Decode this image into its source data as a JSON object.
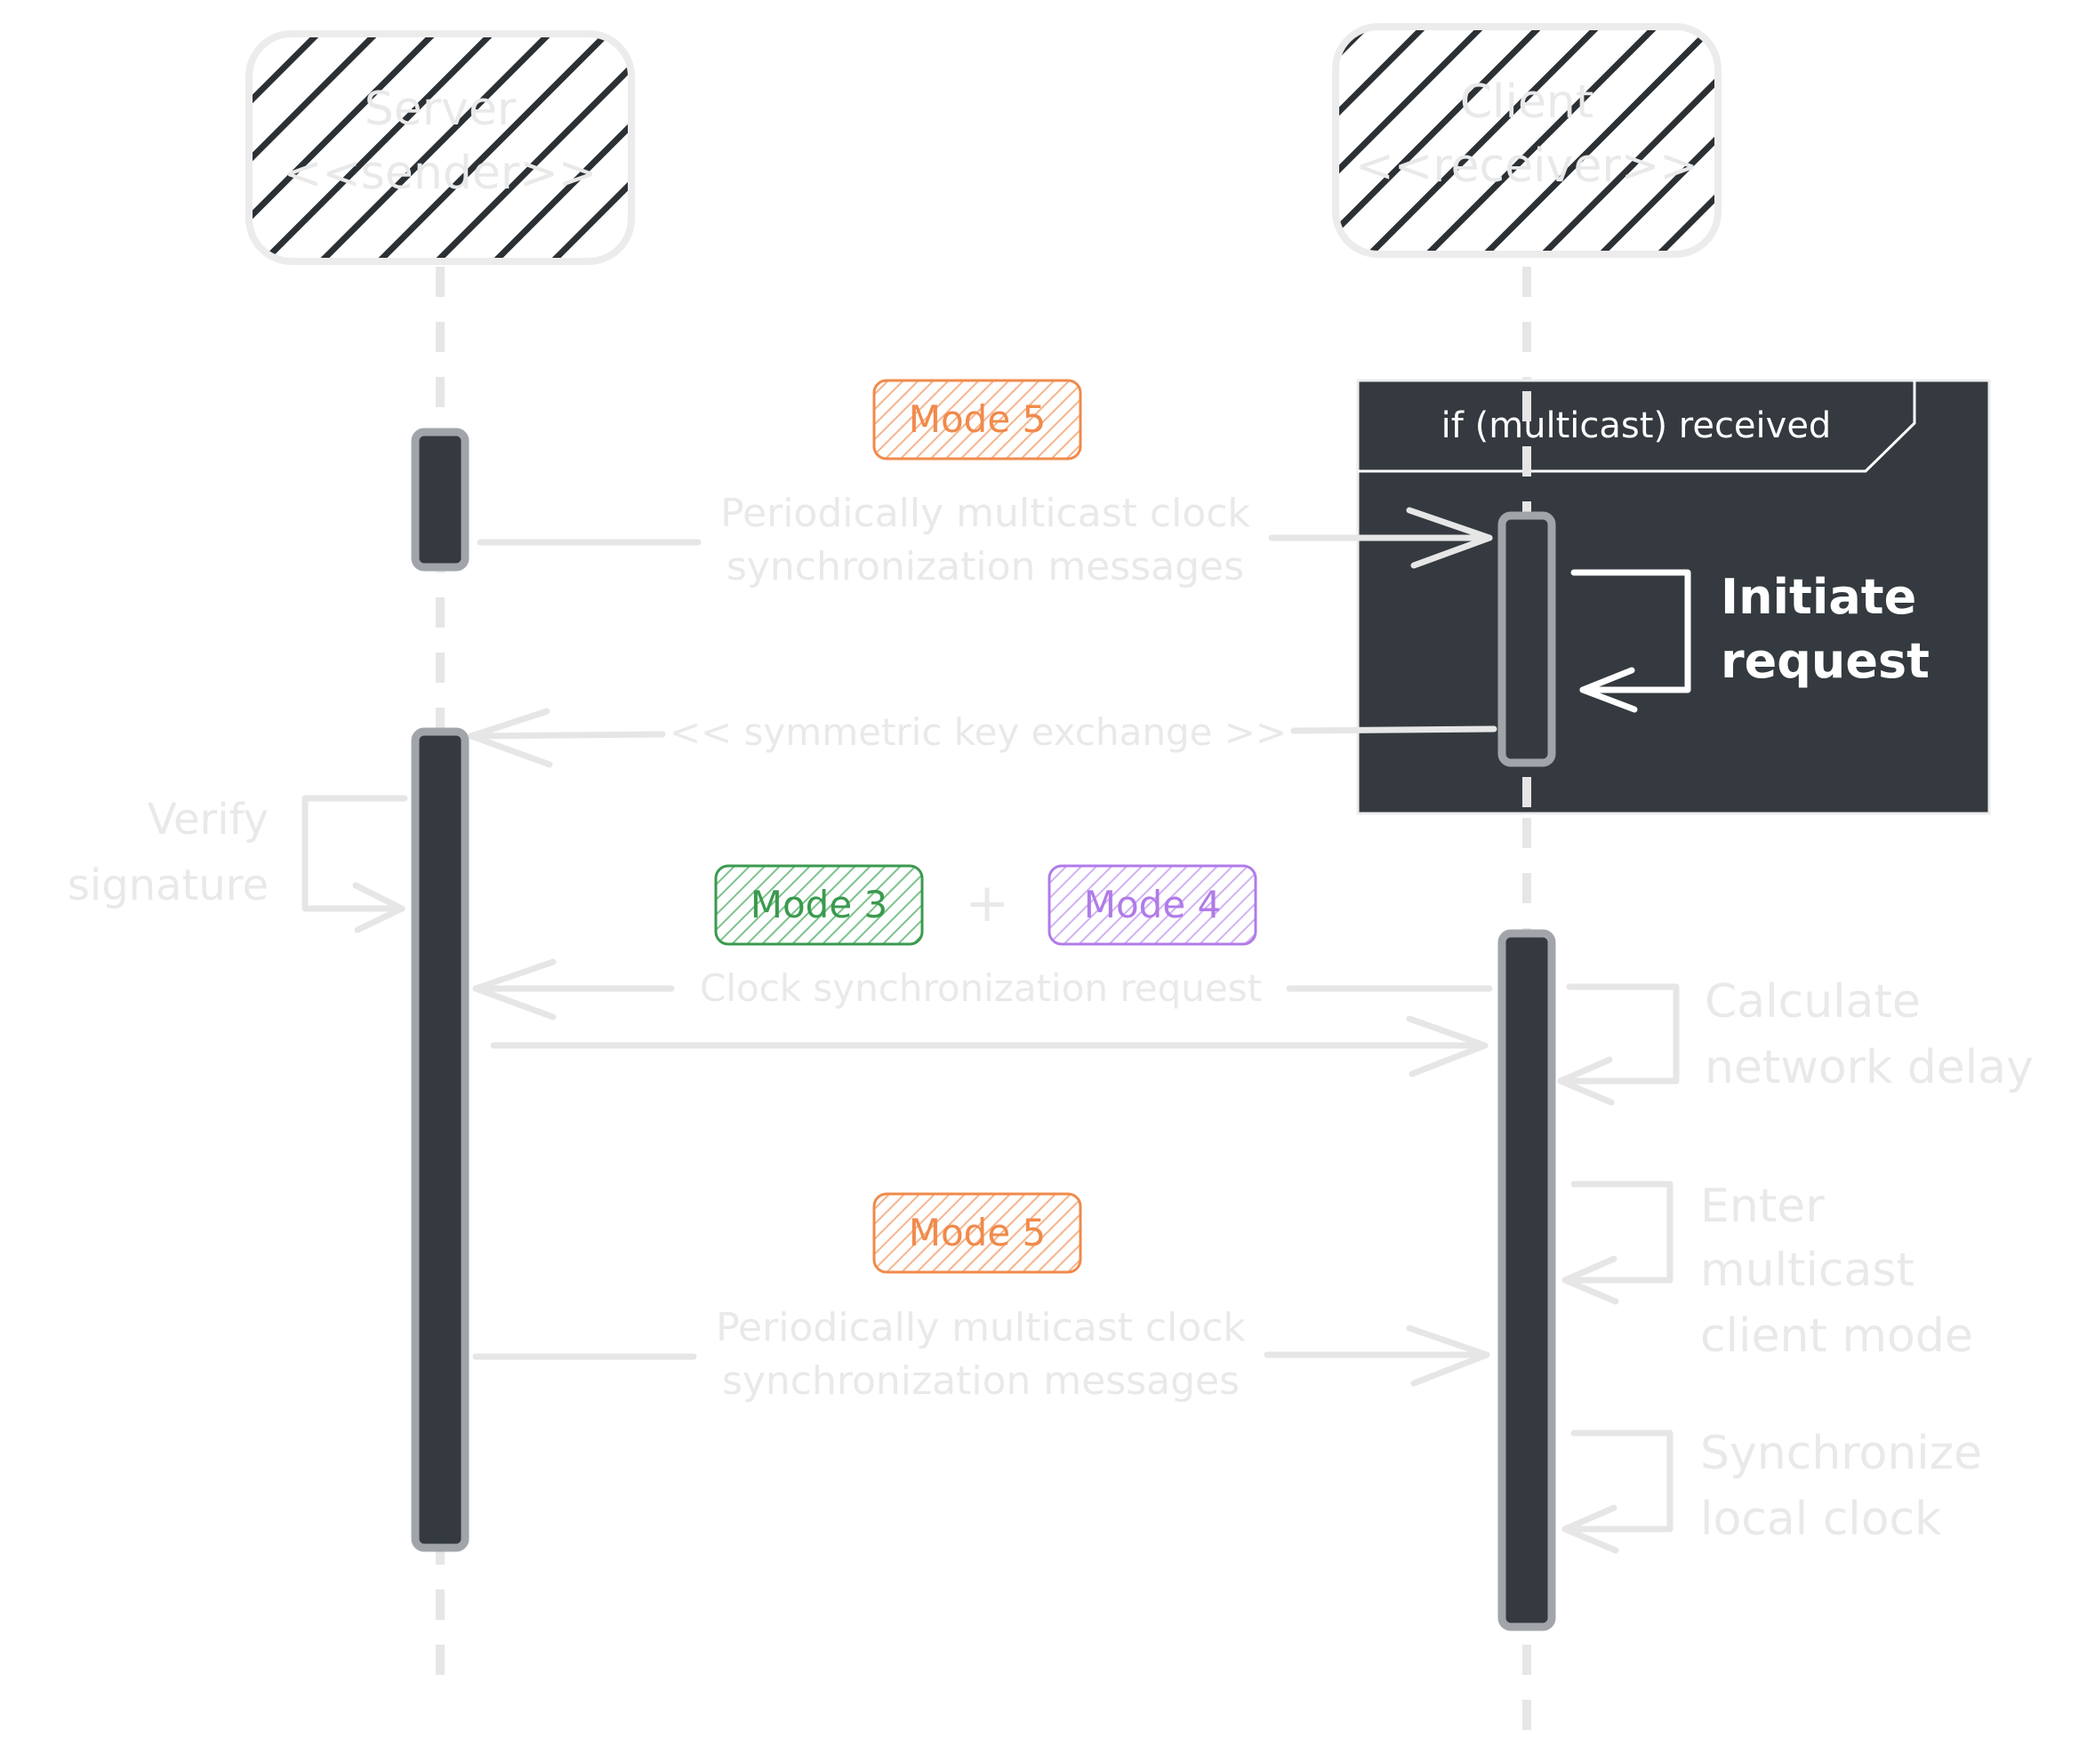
{
  "participants": {
    "server": {
      "name": "Server",
      "stereotype": "<<sender>>"
    },
    "client": {
      "name": "Client",
      "stereotype": "<<receiver>>"
    }
  },
  "badges": {
    "mode5_top": {
      "label": "Mode 5",
      "color": "#f08a4b"
    },
    "mode3": {
      "label": "Mode 3",
      "color": "#3a9a4e"
    },
    "plus": "+",
    "mode4": {
      "label": "Mode 4",
      "color": "#b07be8"
    },
    "mode5_bottom": {
      "label": "Mode 5",
      "color": "#f08a4b"
    }
  },
  "messages": {
    "multicast_top": {
      "line1": "Periodically multicast clock",
      "line2": "synchronization messages"
    },
    "key_exchange": "<< symmetric key exchange >>",
    "clock_request": "Clock synchronization request",
    "multicast_bottom": {
      "line1": "Periodically multicast clock",
      "line2": "synchronization messages"
    }
  },
  "self_calls": {
    "verify": {
      "line1": "Verify",
      "line2": "signature"
    },
    "initiate": {
      "line1": "Initiate",
      "line2": "request"
    },
    "calculate": {
      "line1": "Calculate",
      "line2": "network delay"
    },
    "enter": {
      "line1": "Enter",
      "line2": "multicast",
      "line3": "client mode"
    },
    "synchronize": {
      "line1": "Synchronize",
      "line2": "local clock"
    }
  },
  "fragment": {
    "label": "if (multicast) received"
  },
  "colors": {
    "dark_fill": "#343a3f",
    "activation_border": "#a1a5aa",
    "faint_text": "#e9e9e9"
  }
}
